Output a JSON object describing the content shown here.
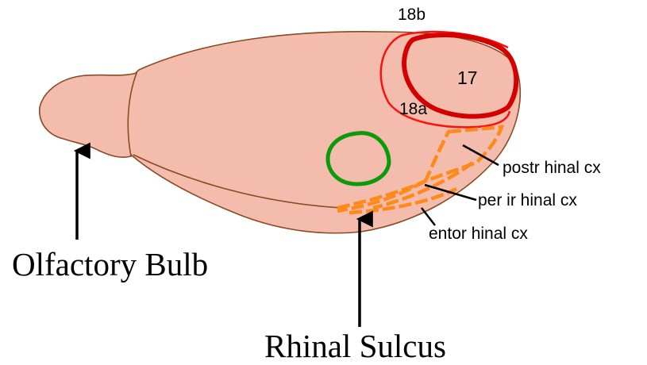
{
  "labels": {
    "area_18b": "18b",
    "area_17": "17",
    "area_18a": "18a",
    "postrhinal": "postr hinal cx",
    "perirhinal": "per ir hinal cx",
    "entorhinal": "entor hinal cx",
    "olfactory_bulb": "Olfactory Bulb",
    "rhinal_sulcus": "Rhinal Sulcus"
  },
  "colors": {
    "background": "#ffffff",
    "brain_fill": "#f3bcad",
    "brain_outline": "#8b4a24",
    "area_17": "#d40000",
    "area_18": "#ff1010",
    "rhinal_regions": "#ff8a1c",
    "green_region": "#0a9a0a",
    "arrows": "#000000"
  }
}
